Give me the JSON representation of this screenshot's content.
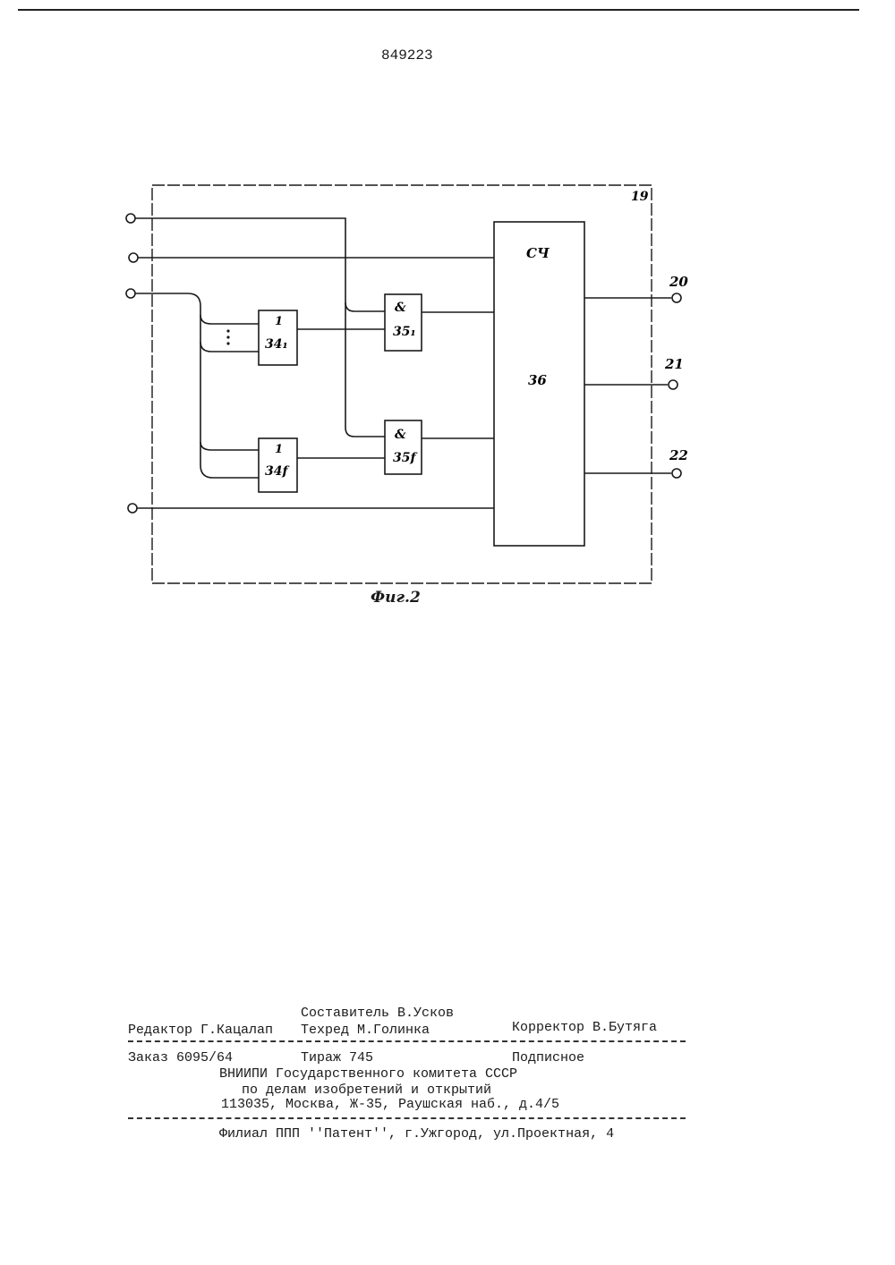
{
  "document": {
    "patent_number": "849223",
    "figure_caption": "Фиг.2",
    "block_numbers": {
      "enclosure": "19",
      "counter": "36",
      "counter_symbol": "СЧ",
      "or_gate_1": "34₁",
      "or_gate_f": "34f",
      "and_gate_1": "35₁",
      "and_gate_f": "35f",
      "or_symbol": "1",
      "and_symbol": "&",
      "out_1": "20",
      "out_2": "21",
      "out_3": "22"
    }
  },
  "imprint": {
    "compiler": "Составитель В.Усков",
    "editor": "Редактор Г.Кацалап",
    "techeditor": "Техред М.Голинка",
    "corrector": "Корректор В.Бутяга",
    "order": "Заказ 6095/64",
    "circulation": "Тираж 745",
    "subscription": "Подписное",
    "org_line1": "ВНИИПИ Государственного комитета СССР",
    "org_line2": "по делам изобретений и открытий",
    "org_line3": "113035, Москва, Ж-35, Раушская наб., д.4/5",
    "branch": "Филиал ППП ''Патент'', г.Ужгород, ул.Проектная, 4"
  }
}
